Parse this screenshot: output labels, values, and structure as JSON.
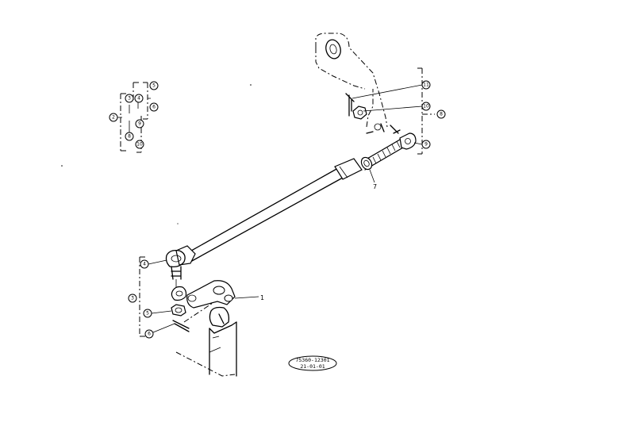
{
  "callouts": {
    "c2": "2",
    "c3a": "3",
    "c4a": "4",
    "c5a": "5",
    "c6a": "6",
    "c8a": "8",
    "c9a": "9",
    "c10a": "10",
    "c11": "11",
    "c10b": "10",
    "c8b": "8",
    "c9b": "9",
    "c4b": "4",
    "c3b": "3",
    "c5b": "5",
    "c6b": "6"
  },
  "labels": {
    "part7": "7",
    "part1": "1"
  },
  "reference": {
    "line1": "75360-12301",
    "line2": "21-01-01"
  }
}
